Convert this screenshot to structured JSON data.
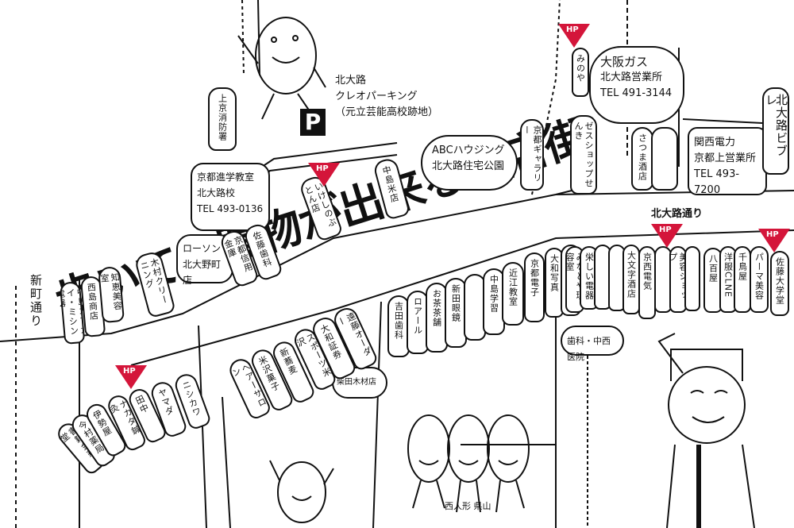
{
  "title": "歩いてお買物が出来る商店街",
  "colors": {
    "hospital_marker": "#d4153a",
    "ink": "#111111"
  },
  "parking": {
    "icon": "P",
    "lines": [
      "北大路",
      "クレオパーキング",
      "（元立芸能高校跡地）"
    ]
  },
  "hp_label": "HP",
  "landmarks": {
    "osaka_gas": [
      "大阪ガス",
      "北大路営業所",
      "TEL 491-3144"
    ],
    "kansai_denryoku": [
      "関西電力",
      "京都上営業所",
      "TEL 493-7200"
    ],
    "abc_housing": [
      "ABCハウジング",
      "北大路住宅公園"
    ],
    "juku": [
      "京都進学教室",
      "北大路校",
      "TEL 493-0136"
    ],
    "lawson": [
      "ローソン",
      "北大野町店"
    ],
    "vivre": "北大路ビブレ",
    "clinic": "歯科・中西医院",
    "doll": "西人形 県山",
    "lumber": "柴田木材店"
  },
  "streets": {
    "shinmachi": "新町通り",
    "kitaoji": "北大路通り"
  },
  "shops": [
    "上京消防署",
    "中島ゴフカイ・ミシン電器",
    "西島商店",
    "知恵美容室",
    "木村クリーニング",
    "京都信用金庫",
    "佐藤歯科",
    "いけしのぶとん店",
    "中島米店",
    "京都ギャラリー",
    "ゼスショップせんき",
    "さつま酒店",
    "みのや",
    "",
    "書籍金華堂",
    "今村薬局",
    "伊勢屋",
    "ナカタ鍼灸",
    "田中",
    "ヤマダ",
    "ニシカワ",
    "ヘアーサロン",
    "米沢菓子",
    "新蕎麦",
    "スポーツ米沢",
    "大和証券",
    "遠藤オーダー",
    "吉田歯科",
    "ロアール",
    "お茶茶舗",
    "新田眼鏡",
    "",
    "中島学習",
    "近江教室",
    "京都電子",
    "大和写真",
    "ビリヤード",
    "みなとや理容室",
    "栄しい電器",
    "",
    "",
    "大文字酒店",
    "京西電気",
    "",
    "美容ショップ",
    "",
    "八百屋",
    "洋服CLNE",
    "千鳥屋",
    "パーマ美容",
    "佐藤大学堂"
  ]
}
